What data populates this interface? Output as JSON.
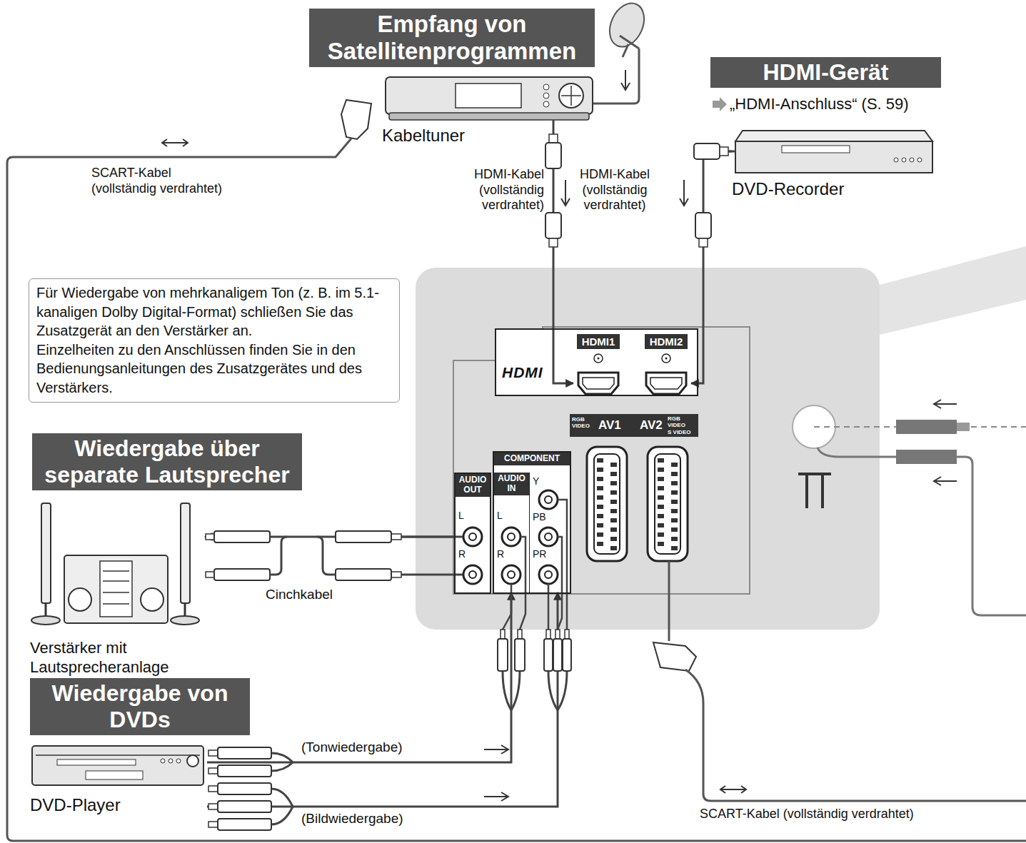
{
  "diagram": {
    "nodes": [
      {
        "text": [
          "Empfang von Satellitenprogrammen"
        ]
      },
      {
        "text": [
          "Kabeltuner"
        ]
      },
      {
        "text": [
          "HDMI-Gerät"
        ]
      },
      {
        "text": [
          "DVD-Recorder"
        ]
      },
      {
        "text": [
          "Für Wiedergabe von mehrkanaligem Ton (z. B. im 5.1-kanaligen Dolby Digital-Format) schließen Sie das Zusatzgerät an den Verstärker an.",
          "Einzelheiten zu den Anschlüssen finden Sie in den Bedienungsanleitungen des Zusatzgerätes und des Verstärkers."
        ]
      },
      {
        "text": [
          "HDMI"
        ]
      },
      {
        "text": [
          "HDMI1"
        ],
        "in": 5
      },
      {
        "text": [
          "HDMI2"
        ],
        "in": 5
      },
      {
        "text": [
          "Wiedergabe über separate Lautsprecher"
        ]
      },
      {
        "text": [
          "AUDIO OUT",
          "L",
          "R"
        ]
      },
      {
        "text": [
          "COMPONENT"
        ]
      },
      {
        "text": [
          "AUDIO IN",
          "L",
          "R"
        ],
        "in": 10
      },
      {
        "text": [
          "Y",
          "PB",
          "PR"
        ],
        "in": 10
      },
      {
        "text": [
          "RGB VIDEO",
          "AV1"
        ]
      },
      {
        "text": [
          "AV2",
          "RGB VIDEO",
          "S VIDEO"
        ]
      },
      {
        "text": [
          "Verstärker mit Lautsprecheranlage"
        ]
      },
      {
        "text": [
          "Wiedergabe von DVDs"
        ]
      },
      {
        "text": [
          "DVD-Player"
        ]
      }
    ],
    "edges": [
      {
        "from": 1,
        "to": 6,
        "label": "HDMI-Kabel (vollständig verdrahtet)",
        "arrow": "to"
      },
      {
        "from": 3,
        "to": 7,
        "label": "HDMI-Kabel (vollständig verdrahtet)",
        "arrow": "to"
      },
      {
        "from": 9,
        "to": 15,
        "label": "Cinchkabel",
        "arrow": "to"
      },
      {
        "from": 17,
        "to": 11,
        "label": "(Tonwiedergabe)",
        "arrow": "to"
      },
      {
        "from": 17,
        "to": 12,
        "label": "(Bildwiedergabe)",
        "arrow": "to"
      }
    ],
    "labels": [
      "„HDMI-Anschluss“ (S. 59)",
      "SCART-Kabel (vollständig verdrahtet)",
      "SCART-Kabel (vollständig verdrahtet)"
    ]
  }
}
